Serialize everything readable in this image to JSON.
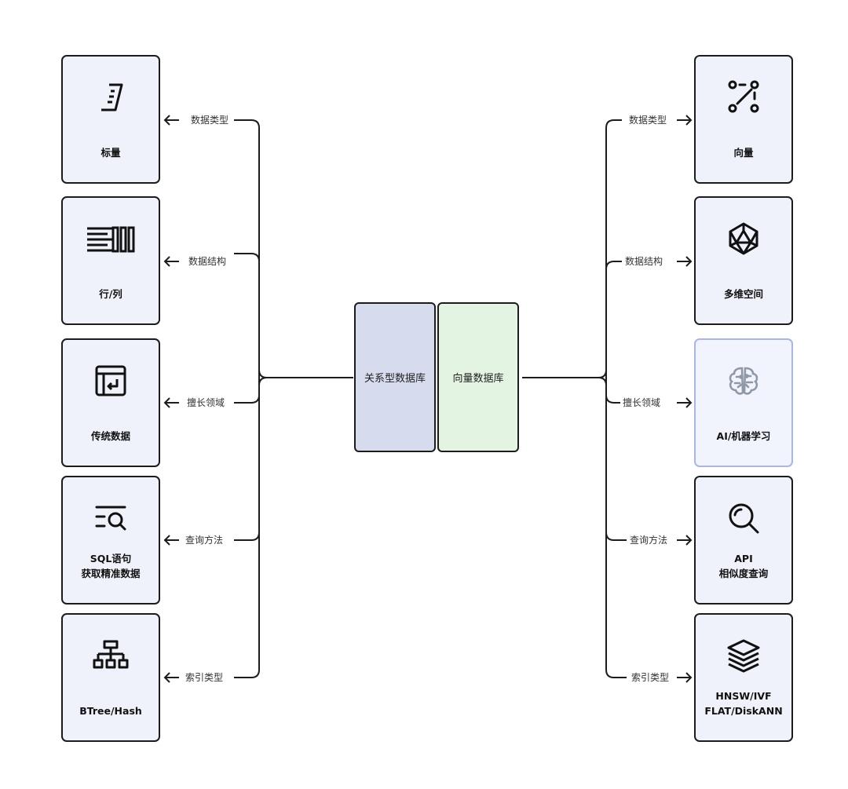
{
  "center": {
    "left_label": "关系型数据库",
    "right_label": "向量数据库"
  },
  "connectors": [
    "数据类型",
    "数据结构",
    "擅长领域",
    "查询方法",
    "索引类型"
  ],
  "left_cards": [
    {
      "label": "标量",
      "icon": "scalar-icon"
    },
    {
      "label": "行/列",
      "icon": "rows-columns-icon"
    },
    {
      "label": "传统数据",
      "icon": "table-icon"
    },
    {
      "label": "SQL语句\n获取精准数据",
      "icon": "search-list-icon"
    },
    {
      "label": "BTree/Hash",
      "icon": "tree-hierarchy-icon"
    }
  ],
  "right_cards": [
    {
      "label": "向量",
      "icon": "vector-icon"
    },
    {
      "label": "多维空间",
      "icon": "polyhedron-icon"
    },
    {
      "label": "AI/机器学习",
      "icon": "brain-icon"
    },
    {
      "label": "API\n相似度查询",
      "icon": "magnifier-icon"
    },
    {
      "label": "HNSW/IVF\nFLAT/DiskANN",
      "icon": "layers-icon"
    }
  ],
  "colors": {
    "relational_fill": "#d6dbee",
    "vector_fill": "#e3f4e2",
    "card_fill": "#f0f2fb",
    "line": "#1c1c1c"
  }
}
